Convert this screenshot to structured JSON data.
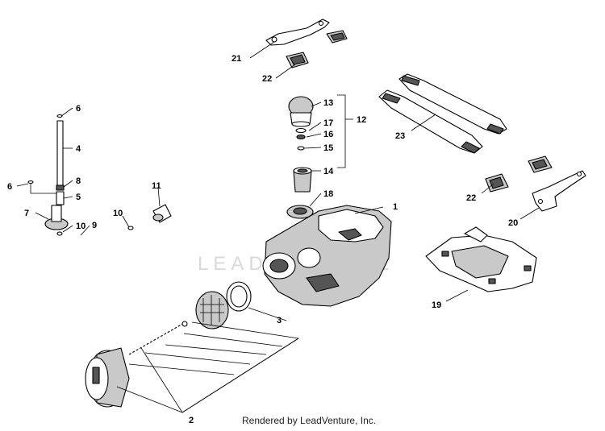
{
  "watermark": "LEADVENTURE",
  "credit": "Rendered by LeadVenture, Inc.",
  "callouts": {
    "c1": "1",
    "c2": "2",
    "c3": "3",
    "c4": "4",
    "c5": "5",
    "c6a": "6",
    "c6b": "6",
    "c7": "7",
    "c8": "8",
    "c9": "9",
    "c10a": "10",
    "c10b": "10",
    "c11": "11",
    "c12": "12",
    "c13": "13",
    "c14": "14",
    "c15": "15",
    "c16": "16",
    "c17": "17",
    "c18": "18",
    "c19": "19",
    "c20": "20",
    "c21": "21",
    "c22a": "22",
    "c22b": "22",
    "c23": "23"
  }
}
